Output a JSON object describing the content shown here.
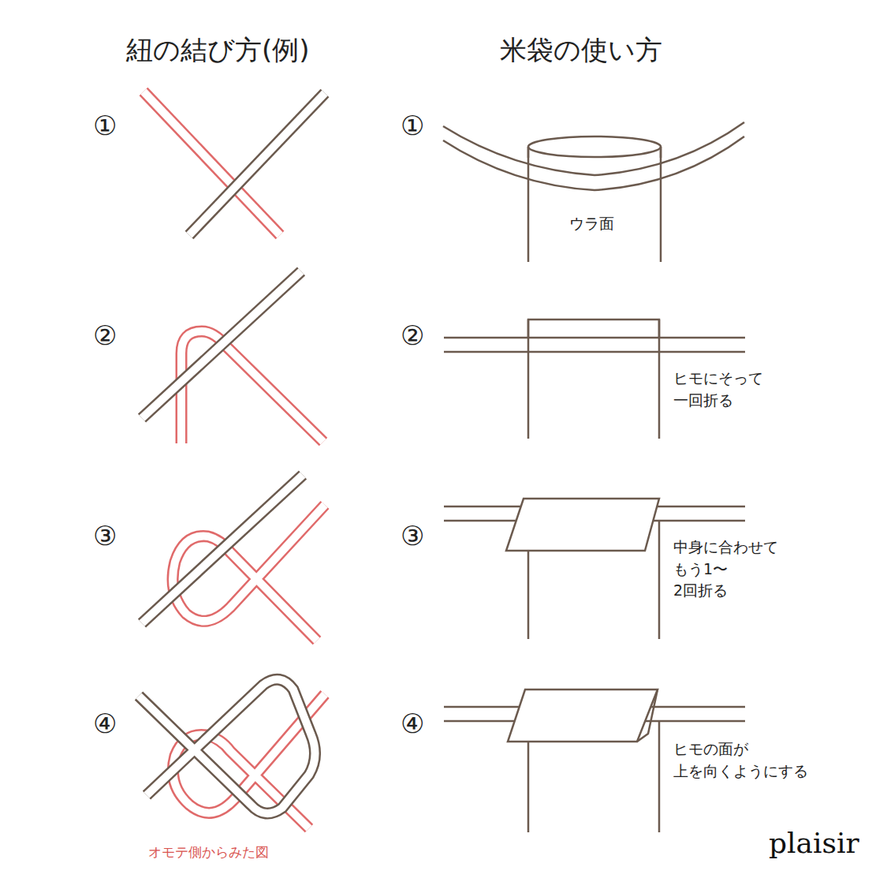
{
  "diagram": {
    "labels": [
      "紐の結び方(例)",
      "米袋の使い方",
      "①",
      "②",
      "③",
      "④",
      "①",
      "②",
      "③",
      "④",
      "ウラ面",
      "ヒモにそって 一回折る",
      "中身に合わせて もう1〜2回折る",
      "ヒモの面が 上を向くようにする",
      "オモテ側からみた図",
      "plaisir"
    ]
  }
}
